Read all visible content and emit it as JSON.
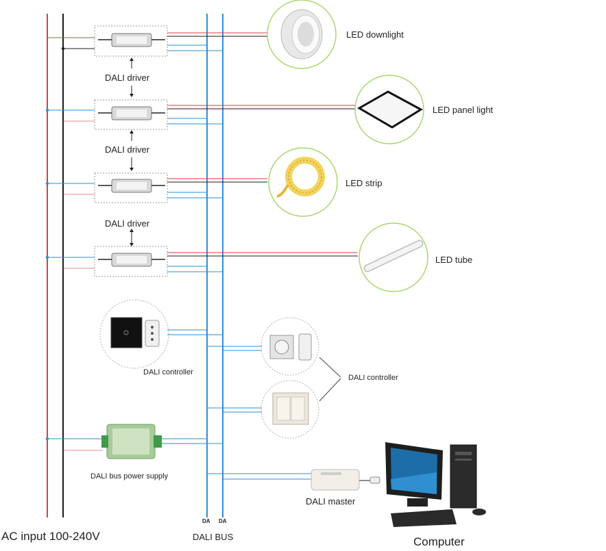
{
  "labels": {
    "ac_input": "AC input 100-240V",
    "dali_bus": "DALI  BUS",
    "da_left": "DA",
    "da_right": "DA",
    "computer": "Computer",
    "dali_master": "DALI master",
    "bus_power_supply": "DALI bus power supply",
    "dali_controller_left": "DALI controller",
    "dali_controller_right": "DALI controller",
    "driver_1": "DALI  driver",
    "driver_2": "DALI  driver",
    "driver_3": "DALI  driver"
  },
  "loads": [
    {
      "label": "LED downlight"
    },
    {
      "label": "LED panel light"
    },
    {
      "label": "LED strip"
    },
    {
      "label": "LED tube"
    }
  ],
  "colors": {
    "live_wire": "#e0393f",
    "neutral_wire": "#1b1b1b",
    "dali_wire": "#2a8fd6",
    "circle_border": "#a9d66c"
  }
}
